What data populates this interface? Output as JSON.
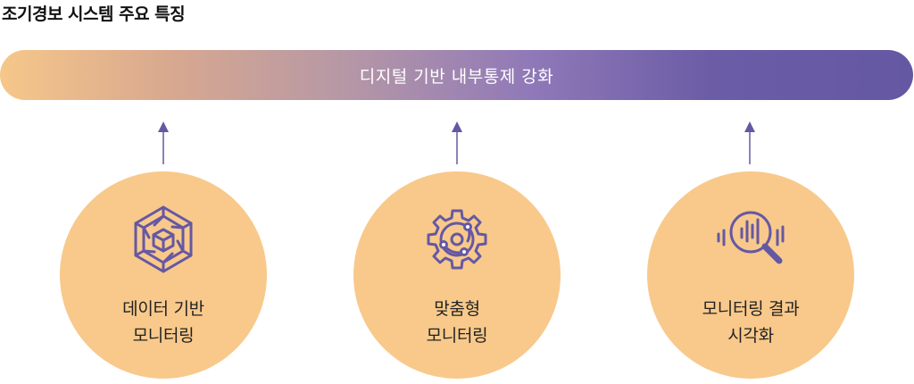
{
  "title": "조기경보 시스템 주요 특징",
  "banner": {
    "label": "디지털 기반 내부통제 강화"
  },
  "features": [
    {
      "icon": "cube-hexagon-icon",
      "line1": "데이터 기반",
      "line2": "모니터링"
    },
    {
      "icon": "gear-network-icon",
      "line1": "맞춤형",
      "line2": "모니터링"
    },
    {
      "icon": "magnifier-chart-icon",
      "line1": "모니터링 결과",
      "line2": "시각화"
    }
  ],
  "colors": {
    "banner_start": "#f6c78a",
    "banner_end": "#6558a3",
    "circle_fill": "#f8c98b",
    "icon_stroke": "#6558a3",
    "arrow": "#6558a3"
  }
}
